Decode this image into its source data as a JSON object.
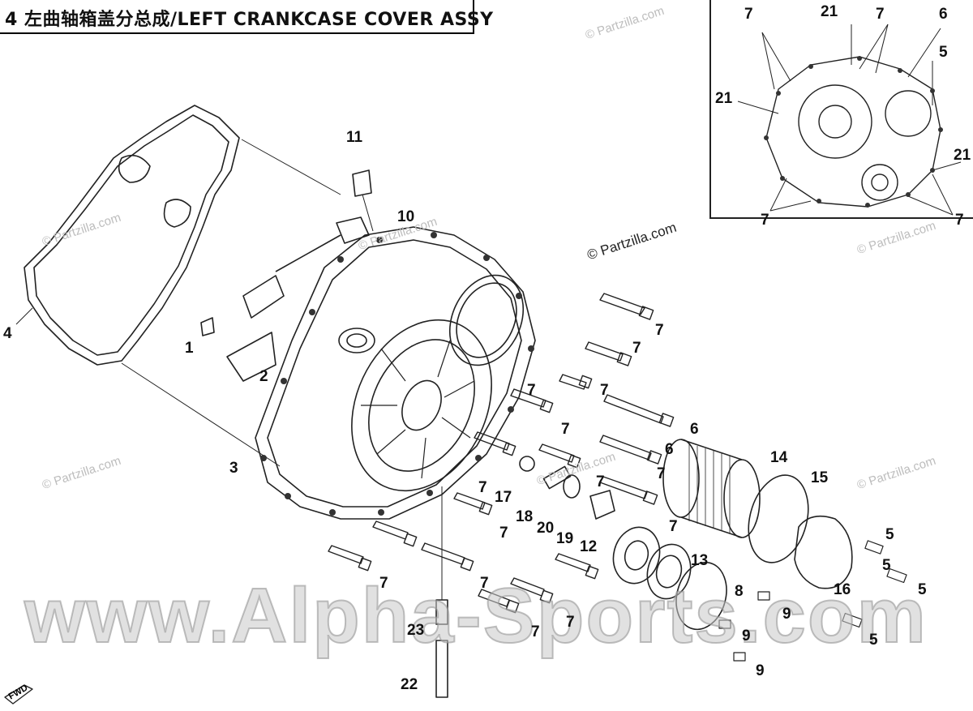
{
  "title": "4 左曲轴箱盖分总成/LEFT CRANKCASE COVER  ASSY",
  "watermarks": {
    "partzilla_small": "© Partzilla.com",
    "partzilla_dark": "© Partzilla.com",
    "alpha": "www.Alpha-Sports.com"
  },
  "fwd_label": "FWD",
  "callouts": {
    "c1": "1",
    "c2": "2",
    "c3": "3",
    "c4": "4",
    "c5a": "5",
    "c5b": "5",
    "c5c": "5",
    "c5d": "5",
    "c6a": "6",
    "c6b": "6",
    "c7a": "7",
    "c7b": "7",
    "c7c": "7",
    "c7d": "7",
    "c7e": "7",
    "c7f": "7",
    "c7g": "7",
    "c7h": "7",
    "c7i": "7",
    "c7j": "7",
    "c7k": "7",
    "c7l": "7",
    "c7m": "7",
    "c7n": "7",
    "c8": "8",
    "c9a": "9",
    "c9b": "9",
    "c9c": "9",
    "c10": "10",
    "c11": "11",
    "c12": "12",
    "c13": "13",
    "c14": "14",
    "c15": "15",
    "c16": "16",
    "c17": "17",
    "c18": "18",
    "c19": "19",
    "c20": "20",
    "c22": "22",
    "c23": "23",
    "i7a": "7",
    "i7b": "7",
    "i7c": "7",
    "i7d": "7",
    "i6": "6",
    "i5": "5",
    "i21a": "21",
    "i21b": "21",
    "i21c": "21"
  }
}
